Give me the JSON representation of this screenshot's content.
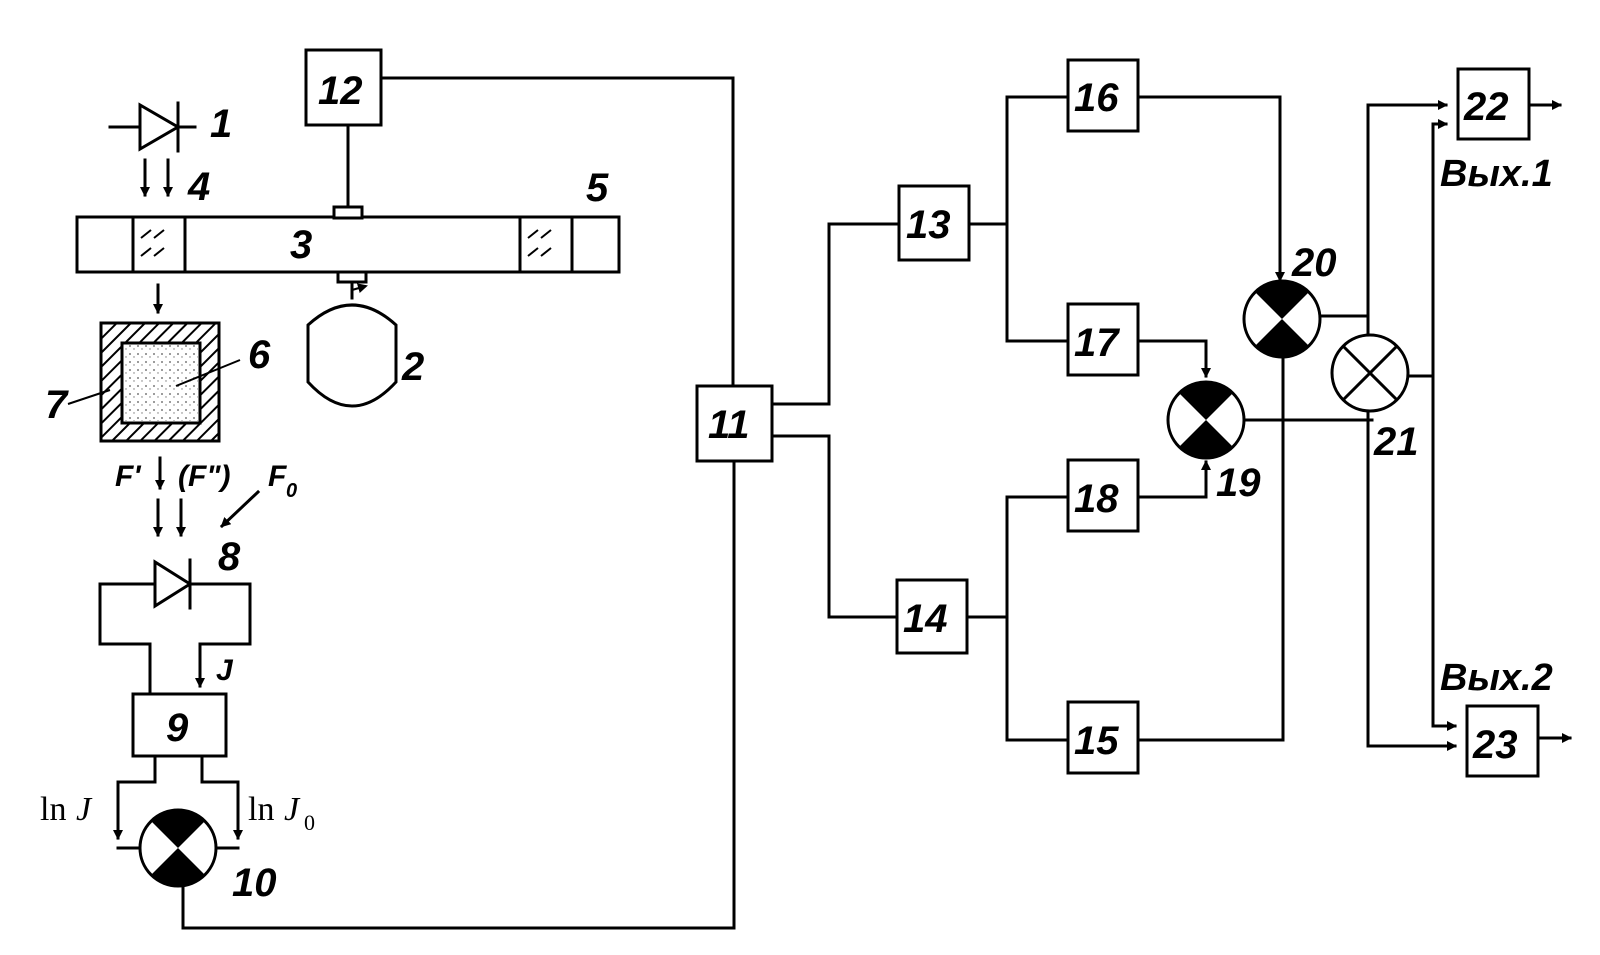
{
  "blocks": {
    "b1": "1",
    "b2": "2",
    "b3": "3",
    "b4": "4",
    "b5": "5",
    "b6": "6",
    "b7": "7",
    "b8": "8",
    "b9": "9",
    "b10": "10",
    "b11": "11",
    "b12": "12",
    "b13": "13",
    "b14": "14",
    "b15": "15",
    "b16": "16",
    "b17": "17",
    "b18": "18",
    "b19": "19",
    "b20": "20",
    "b21": "21",
    "b22": "22",
    "b23": "23"
  },
  "labels": {
    "flux_f1": "F'",
    "flux_f2": "(F\")",
    "flux_f0": "F",
    "flux_f0_sub": "0",
    "current_j": "J",
    "ln_j": "ln",
    "ln_j_var": "J",
    "ln_j0": "ln",
    "ln_j0_var": "J",
    "ln_j0_sub": "0"
  },
  "outputs": {
    "out1": "Вых.1",
    "out2": "Вых.2"
  }
}
